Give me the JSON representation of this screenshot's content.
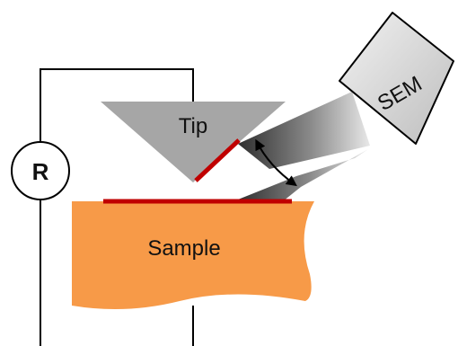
{
  "labels": {
    "tip": "Tip",
    "sample": "Sample",
    "resistance": "R",
    "sem": "SEM"
  },
  "colors": {
    "sample_fill": "#F79A48",
    "tip_fill": "#A6A6A6",
    "contact_line": "#C00000",
    "wire": "#000000",
    "sem_fill": "#C9C9C9",
    "beam_dark": "#3A3A3A",
    "beam_light": "#E6E6E6"
  },
  "icons": {
    "angle_indicator": "double-headed-curved-arrow"
  }
}
